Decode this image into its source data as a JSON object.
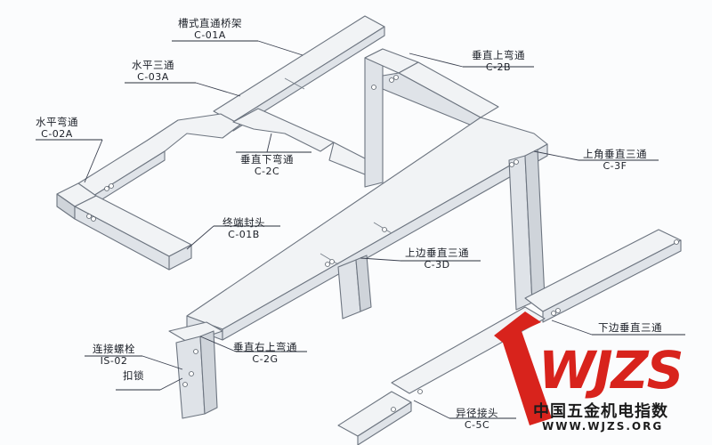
{
  "labels": [
    {
      "id": "straight",
      "zh": "槽式直通桥架",
      "code": "C-01A"
    },
    {
      "id": "tee-h",
      "zh": "水平三通",
      "code": "C-03A"
    },
    {
      "id": "elbow-h",
      "zh": "水平弯通",
      "code": "C-02A"
    },
    {
      "id": "elbow-vd",
      "zh": "垂直下弯通",
      "code": "C-2C"
    },
    {
      "id": "end-cap",
      "zh": "终端封头",
      "code": "C-01B"
    },
    {
      "id": "elbow-vu",
      "zh": "垂直上弯通",
      "code": "C-2B"
    },
    {
      "id": "tee-vtop",
      "zh": "上角垂直三通",
      "code": "C-3F"
    },
    {
      "id": "tee-vside",
      "zh": "上边垂直三通",
      "code": "C-3D"
    },
    {
      "id": "tee-vbottom",
      "zh": "下边垂直三通",
      "code": ""
    },
    {
      "id": "elbow-vru",
      "zh": "垂直右上弯通",
      "code": "C-2G"
    },
    {
      "id": "bolt",
      "zh": "连接螺栓",
      "code": "IS-02"
    },
    {
      "id": "lock",
      "zh": "扣锁",
      "code": ""
    },
    {
      "id": "reducer",
      "zh": "异径接头",
      "code": "C-5C"
    }
  ],
  "logo": {
    "brand": "WJZS",
    "name_cn": "中国五金机电指数",
    "url": "WWW.WJZS.ORG",
    "color": "#d8231c"
  }
}
